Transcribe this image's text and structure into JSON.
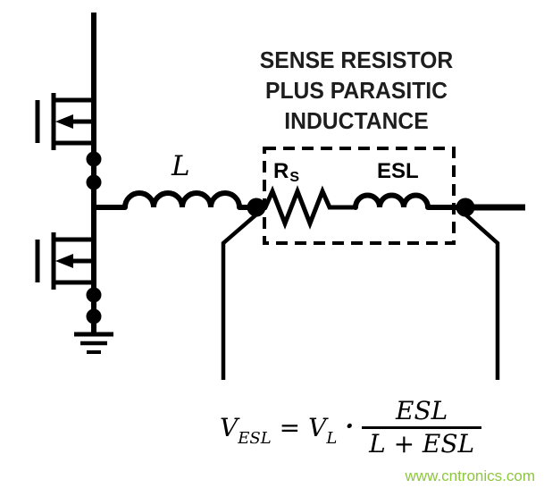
{
  "heading": {
    "line1": "SENSE RESISTOR",
    "line2": "PLUS PARASITIC",
    "line3": "INDUCTANCE"
  },
  "labels": {
    "inductor": "L",
    "sense_resistor_symbol": "R",
    "sense_resistor_subscript": "S",
    "esl": "ESL"
  },
  "formula": {
    "lhs_symbol": "V",
    "lhs_subscript": "ESL",
    "equals": "=",
    "rhs_symbol": "V",
    "rhs_subscript": "L",
    "multiply_dot": "·",
    "fraction_numerator": "ESL",
    "fraction_denominator": "L + ESL"
  },
  "watermark": "www.cntronics.com",
  "colors": {
    "ink": "#000000",
    "heading_ink": "#1d1d1d",
    "watermark_green": "#8dc63f"
  }
}
